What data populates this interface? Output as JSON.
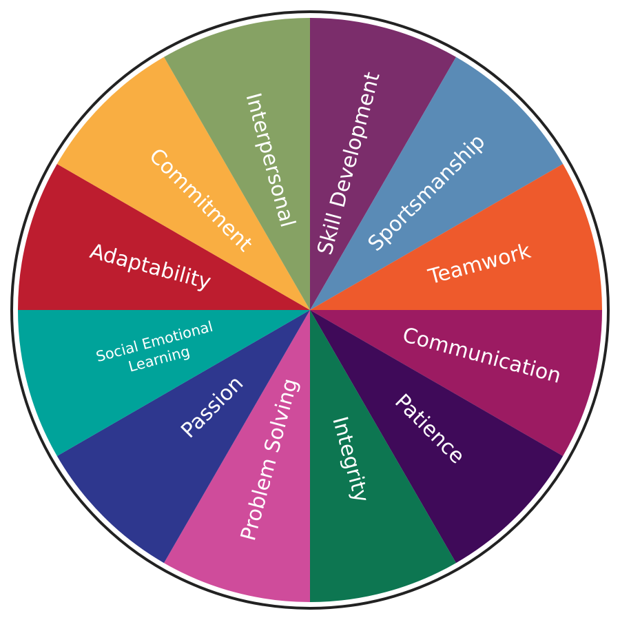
{
  "wheel": {
    "outline_color": "#222222",
    "label_color": "#ffffff",
    "segments": [
      {
        "lines": [
          "Skill Development"
        ],
        "color": "#7b2d6b"
      },
      {
        "lines": [
          "Sportsmanship"
        ],
        "color": "#5a8bb6"
      },
      {
        "lines": [
          "Teamwork"
        ],
        "color": "#ee5a2c"
      },
      {
        "lines": [
          "Communication"
        ],
        "color": "#9c1b62"
      },
      {
        "lines": [
          "Patience"
        ],
        "color": "#3f0a59"
      },
      {
        "lines": [
          "Integrity"
        ],
        "color": "#0d7651"
      },
      {
        "lines": [
          "Problem Solving"
        ],
        "color": "#cf4c9b"
      },
      {
        "lines": [
          "Passion"
        ],
        "color": "#2e378e"
      },
      {
        "lines": [
          "Social Emotional",
          "Learning"
        ],
        "color": "#00a39a"
      },
      {
        "lines": [
          "Adaptability"
        ],
        "color": "#bd1d2f"
      },
      {
        "lines": [
          "Commitment"
        ],
        "color": "#f9ae42"
      },
      {
        "lines": [
          "Interpersonal"
        ],
        "color": "#86a264"
      }
    ]
  }
}
